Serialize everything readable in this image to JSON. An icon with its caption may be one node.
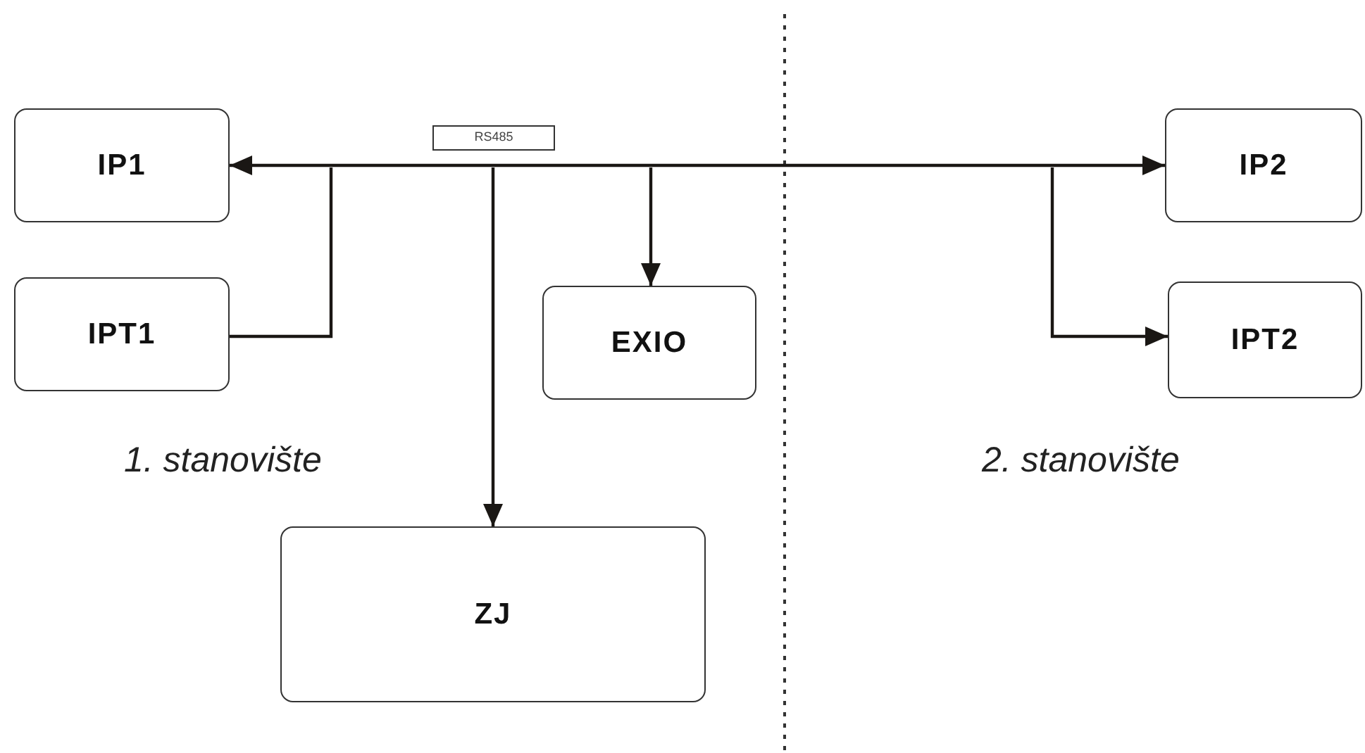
{
  "diagram": {
    "nodes": [
      {
        "text": [
          "IP1"
        ]
      },
      {
        "text": [
          "IPT1"
        ]
      },
      {
        "text": [
          "EXIO"
        ]
      },
      {
        "text": [
          "ZJ"
        ]
      },
      {
        "text": [
          "IP2"
        ]
      },
      {
        "text": [
          "IPT2"
        ]
      }
    ],
    "edges": [
      {
        "from": 0,
        "to": 4,
        "arrow": "both",
        "label": "RS485"
      },
      {
        "from": null,
        "to": 1,
        "arrow": "to"
      },
      {
        "from": null,
        "to": 3,
        "arrow": "to"
      },
      {
        "from": null,
        "to": 2,
        "arrow": "to"
      },
      {
        "from": null,
        "to": 5,
        "arrow": "to"
      }
    ],
    "labels": [
      "1. stanovište",
      "2. stanovište"
    ]
  }
}
